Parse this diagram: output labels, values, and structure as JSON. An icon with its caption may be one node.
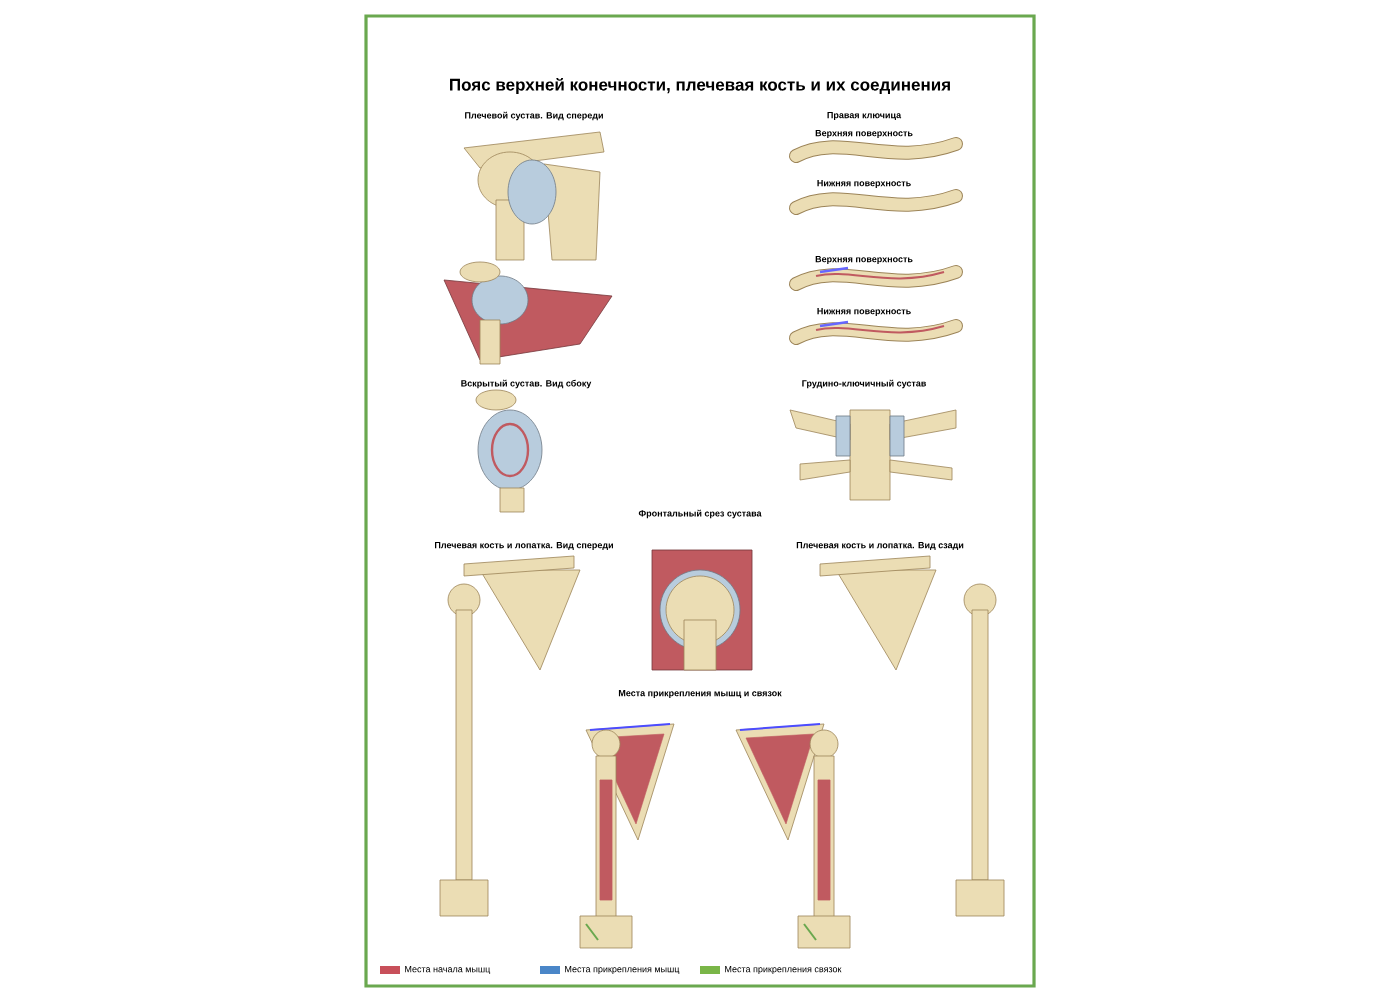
{
  "diagram": {
    "title": "Пояс верхней конечности, плечевая кость и их соединения",
    "labels": [
      "Плечевой сустав. Вид спереди",
      "Правая ключица",
      "Верхняя поверхность",
      "Нижняя поверхность",
      "Верхняя поверхность",
      "Нижняя поверхность",
      "Вскрытый сустав. Вид сбоку",
      "Грудино-ключичный сустав",
      "Фронтальный срез сустава",
      "Плечевая кость и лопатка. Вид спереди",
      "Плечевая кость и лопатка. Вид сзади",
      "Места прикрепления мышц и связок"
    ],
    "legend": [
      {
        "text": "Места начала мышц",
        "color": "#c8505a"
      },
      {
        "text": "Места прикрепления мышц",
        "color": "#4a86c8"
      },
      {
        "text": "Места прикрепления связок",
        "color": "#7ab648"
      }
    ]
  }
}
